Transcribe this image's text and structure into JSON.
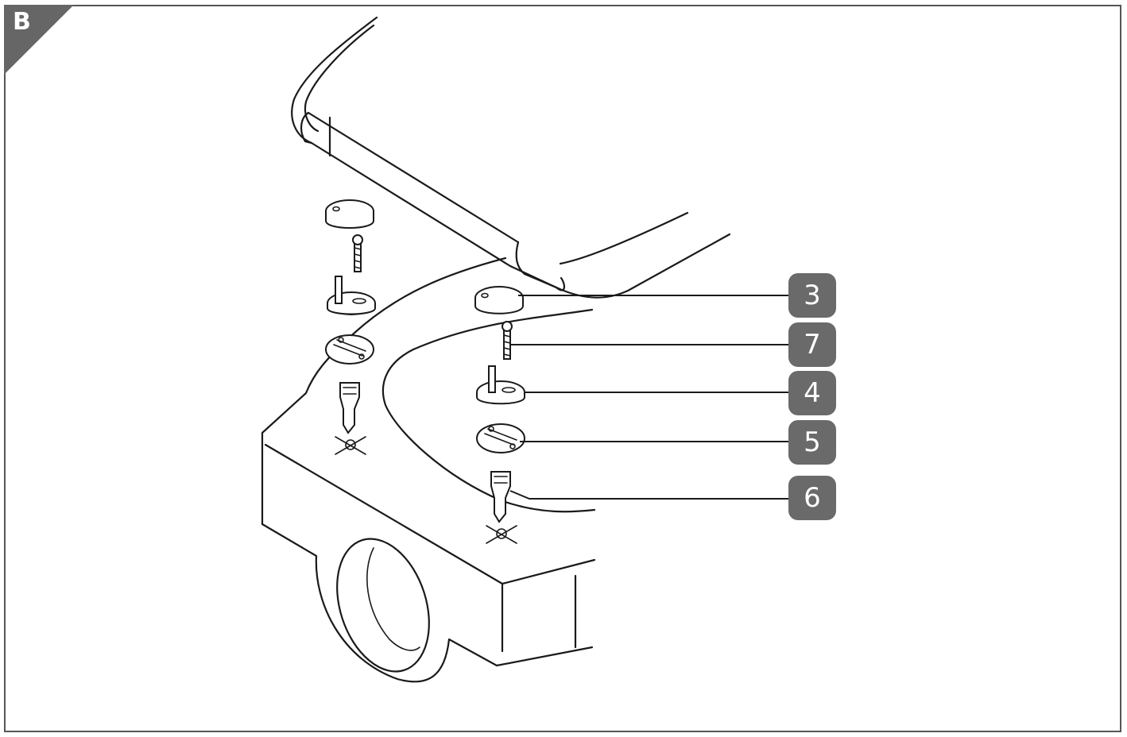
{
  "figure": {
    "corner_label": "B",
    "border_color": "#555555",
    "badge_color": "#6a6a6a"
  },
  "callouts": [
    {
      "label": "3"
    },
    {
      "label": "7"
    },
    {
      "label": "4"
    },
    {
      "label": "5"
    },
    {
      "label": "6"
    }
  ]
}
